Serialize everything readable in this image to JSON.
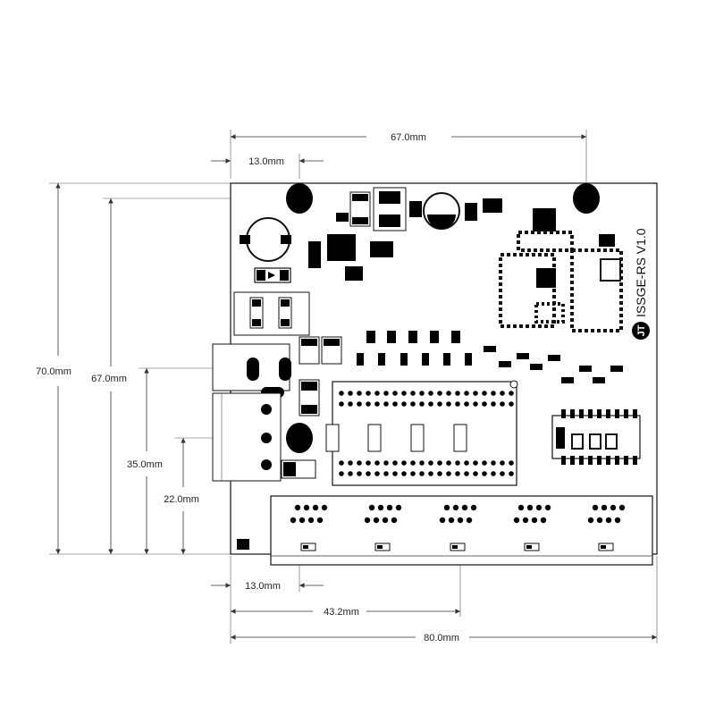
{
  "board": {
    "label": "ISSGE-RS V1.0",
    "logo_text": "JT"
  },
  "dimensions": {
    "top_width": "67.0mm",
    "top_offset": "13.0mm",
    "bottom_offset": "13.0mm",
    "bottom_mid": "43.2mm",
    "bottom_width": "80.0mm",
    "height_total": "70.0mm",
    "height_inner": "67.0mm",
    "height_mid": "35.0mm",
    "height_low": "22.0mm"
  },
  "colors": {
    "ink": "#000000",
    "paper": "#ffffff",
    "dimension_line": "#333333"
  }
}
